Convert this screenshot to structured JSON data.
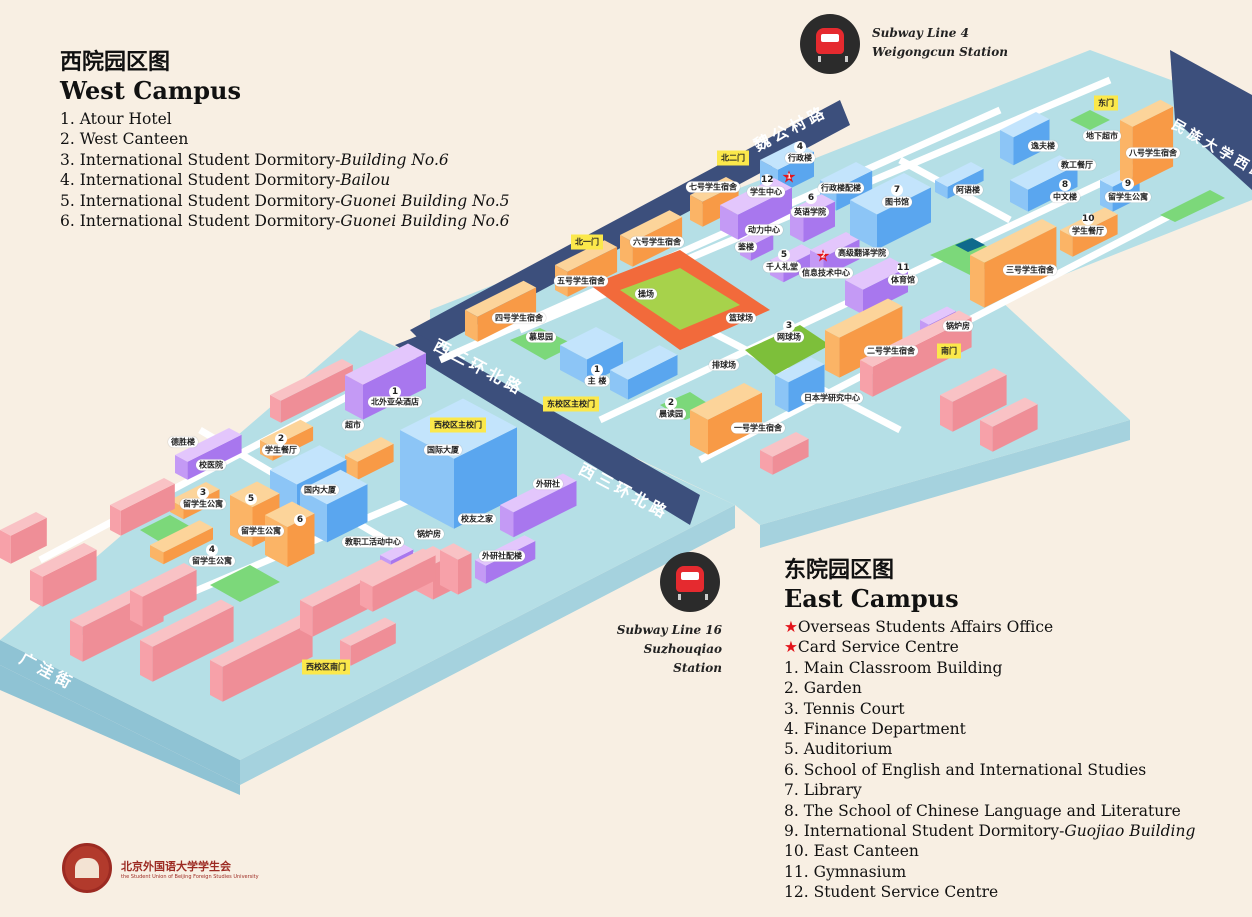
{
  "west_legend": {
    "title_cn": "西院园区图",
    "title_en": "West Campus",
    "items": [
      {
        "text": "1. Atour Hotel",
        "italic": ""
      },
      {
        "text": "2. West Canteen",
        "italic": ""
      },
      {
        "text": "3. International Student Dormitory-",
        "italic": "Building No.6"
      },
      {
        "text": "4. International Student Dormitory-",
        "italic": "Bailou"
      },
      {
        "text": "5. International Student Dormitory-",
        "italic": "Guonei Building No.5"
      },
      {
        "text": "6. International Student Dormitory-",
        "italic": "Guonei Building No.6"
      }
    ]
  },
  "east_legend": {
    "title_cn": "东院园区图",
    "title_en": "East Campus",
    "starred": [
      {
        "num": "1",
        "text": "Overseas Students Affairs Office"
      },
      {
        "num": "2",
        "text": "Card Service Centre"
      }
    ],
    "items": [
      {
        "text": "1. Main Classroom Building",
        "italic": ""
      },
      {
        "text": "2. Garden",
        "italic": ""
      },
      {
        "text": "3. Tennis Court",
        "italic": ""
      },
      {
        "text": "4. Finance Department",
        "italic": ""
      },
      {
        "text": "5. Auditorium",
        "italic": ""
      },
      {
        "text": "6. School of English and International Studies",
        "italic": ""
      },
      {
        "text": "7. Library",
        "italic": ""
      },
      {
        "text": "8. The School of Chinese Language and Literature",
        "italic": ""
      },
      {
        "text": "9. International Student Dormitory-",
        "italic": "Guojiao Building"
      },
      {
        "text": "10. East Canteen",
        "italic": ""
      },
      {
        "text": "11. Gymnasium",
        "italic": ""
      },
      {
        "text": "12. Student Service Centre",
        "italic": ""
      }
    ]
  },
  "subways": [
    {
      "line": "Subway Line 4",
      "station": "Weigongcun Station"
    },
    {
      "line": "Subway Line 16",
      "station": "Suzhouqiao Station"
    }
  ],
  "roads": [
    "魏公村路",
    "民族大学西路",
    "西三环北路",
    "西三环北路",
    "广洼街"
  ],
  "gates": [
    "北二门",
    "东门",
    "北一门",
    "南门",
    "东校区主校门",
    "西校区主校门",
    "西校区南门"
  ],
  "east_labels": [
    "行政楼",
    "学生中心",
    "七号学生宿舍",
    "行政楼配楼",
    "英语学院",
    "图书馆",
    "阿语楼",
    "逸夫楼",
    "地下超市",
    "八号学生宿舍",
    "教工餐厅",
    "中文楼",
    "留学生公寓",
    "学生餐厅",
    "三号学生宿舍",
    "六号学生宿舍",
    "动力中心",
    "鉴楼",
    "千人礼堂",
    "高级翻译学院",
    "信息技术中心",
    "体育馆",
    "五号学生宿舍",
    "操场",
    "篮球场",
    "锅炉房",
    "网球场",
    "二号学生宿舍",
    "四号学生宿舍",
    "慕思园",
    "主 楼",
    "排球场",
    "日本学研究中心",
    "晨读园",
    "一号学生宿舍"
  ],
  "east_numbers": [
    "4",
    "12",
    "6",
    "7",
    "8",
    "9",
    "10",
    "5",
    "11",
    "3",
    "1",
    "2"
  ],
  "west_labels": [
    "北外亚朵酒店",
    "超市",
    "德胜楼",
    "学生餐厅",
    "国际大厦",
    "校医院",
    "外研社",
    "留学生公寓",
    "国内大厦",
    "留学生公寓",
    "校友之家",
    "锅炉房",
    "教职工活动中心",
    "外研社配楼",
    "留学生公寓"
  ],
  "west_numbers": [
    "1",
    "2",
    "3",
    "5",
    "6",
    "4"
  ],
  "logo": {
    "cn": "北京外国语大学学生会",
    "en": "the Student Union of Beijing Foreign Studies University"
  },
  "colors": {
    "background": "#f8efe3",
    "ground": "#b5dfe6",
    "road": "#3c4f7c",
    "dorm": "#fbc98b",
    "teaching": "#b3dcfb",
    "service": "#d9b6fb",
    "housing": "#f9b4b9",
    "green": "#7cd87a",
    "track": "#f26a3b",
    "gate": "#fbe84b",
    "star": "#e3141b"
  }
}
